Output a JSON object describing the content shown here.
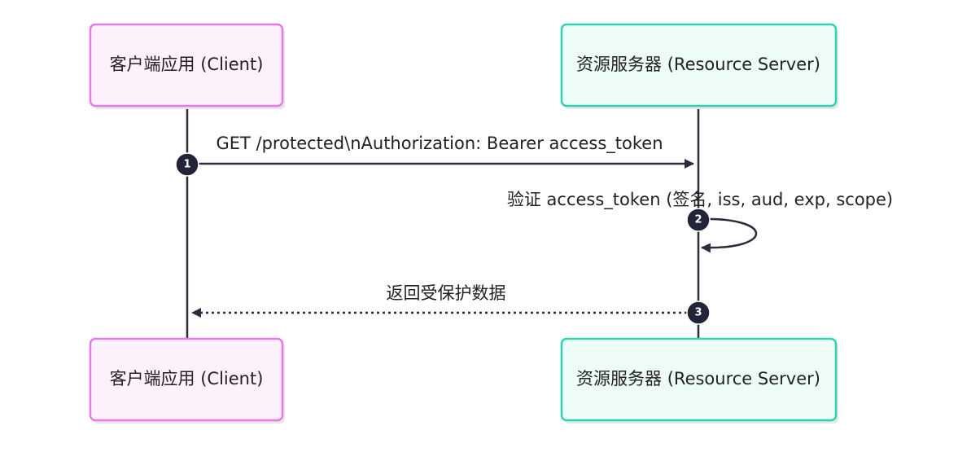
{
  "colors": {
    "client_fill": "#fdf2fb",
    "client_stroke": "#e879e8",
    "server_fill": "#eefcf8",
    "server_stroke": "#2dd4b1",
    "line": "#2b2b3b",
    "badge_fill": "#23233a",
    "shadow": "#e6e6e6"
  },
  "participants": {
    "client": {
      "label": "客户端应用 (Client)"
    },
    "server": {
      "label": "资源服务器 (Resource Server)"
    }
  },
  "messages": [
    {
      "number": "1",
      "from": "client",
      "to": "server",
      "style": "solid-arrow",
      "text": "GET /protected\\nAuthorization: Bearer access_token"
    },
    {
      "number": "2",
      "from": "server",
      "to": "server",
      "style": "self-loop",
      "text": "验证 access_token (签名, iss, aud, exp, scope)"
    },
    {
      "number": "3",
      "from": "server",
      "to": "client",
      "style": "dotted-arrow",
      "text": "返回受保护数据"
    }
  ]
}
